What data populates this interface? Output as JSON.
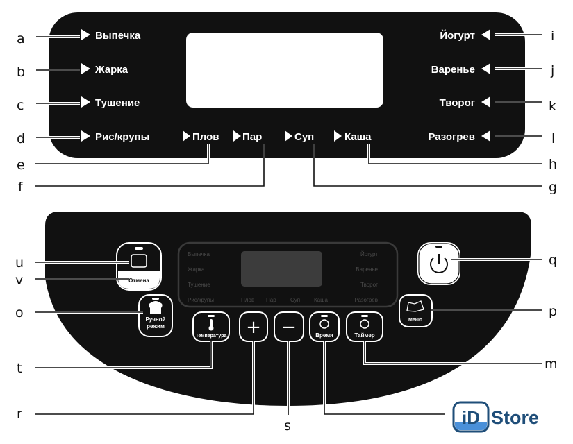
{
  "top_panel": {
    "left_modes": [
      "Выпечка",
      "Жарка",
      "Тушение",
      "Рис/крупы"
    ],
    "right_modes": [
      "Йогурт",
      "Варенье",
      "Творог",
      "Разогрев"
    ],
    "bottom_modes": [
      "Плов",
      "Пар",
      "Суп",
      "Каша"
    ]
  },
  "labels": {
    "a": "a",
    "b": "b",
    "c": "c",
    "d": "d",
    "e": "e",
    "f": "f",
    "g": "g",
    "h": "h",
    "i": "i",
    "j": "j",
    "k": "k",
    "l": "l",
    "m": "m",
    "o": "o",
    "p": "p",
    "q": "q",
    "r": "r",
    "s": "s",
    "t": "t",
    "u": "u",
    "v": "v"
  },
  "control_panel": {
    "cancel_label": "Отмена",
    "manual_label_1": "Ручной",
    "manual_label_2": "режим",
    "temperature_label": "Температура",
    "plus_label": "+",
    "minus_label": "−",
    "time_label": "Время",
    "timer_label": "Таймер",
    "menu_label": "Меню"
  },
  "logo": {
    "text_1": "iD",
    "text_2": "Store",
    "color": "#1f4e79"
  }
}
